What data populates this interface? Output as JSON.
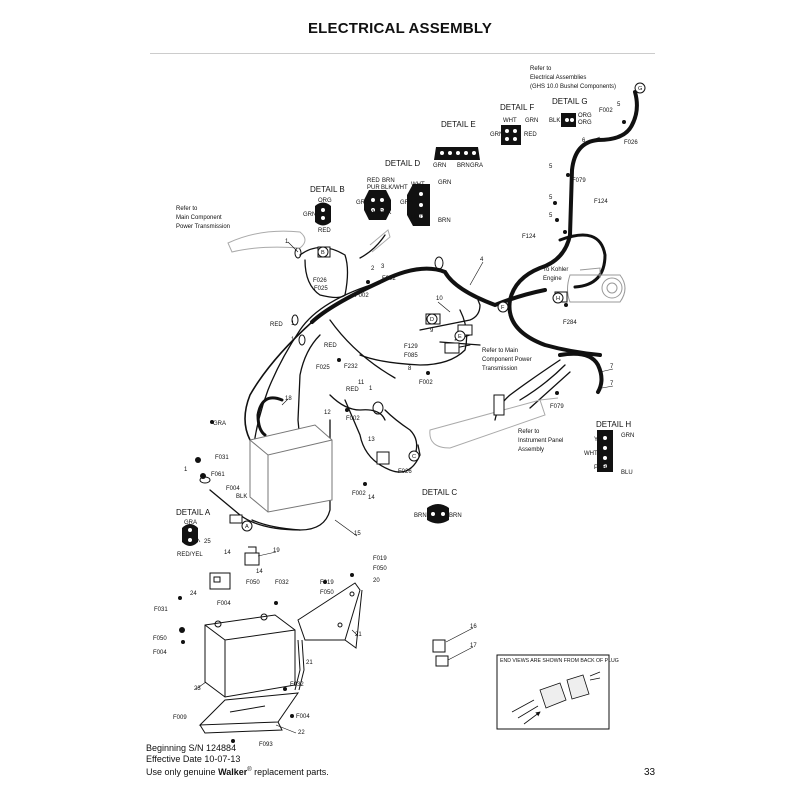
{
  "title": "ELECTRICAL ASSEMBLY",
  "footer": {
    "line1": "Beginning S/N 124884",
    "line2": "Effective Date 10-07-13",
    "line3_prefix": "Use only genuine ",
    "line3_brand": "Walker",
    "line3_reg": "®",
    "line3_suffix": " replacement parts.",
    "page": "33"
  },
  "details": {
    "a": {
      "title": "DETAIL A",
      "wires": [
        "GRA",
        "RED/YEL"
      ]
    },
    "b": {
      "title": "DETAIL B",
      "wires": [
        "ORG",
        "GRN",
        "RED"
      ]
    },
    "c": {
      "title": "DETAIL C",
      "wires": [
        "BRN",
        "BRN"
      ]
    },
    "d": {
      "title": "DETAIL D",
      "wires": [
        "RED",
        "BRN",
        "PUR",
        "BLK/WHT",
        "GRN",
        "WHT",
        "BLK",
        "GRA",
        "WHT",
        "GRN",
        "RED",
        "BRN"
      ]
    },
    "e": {
      "title": "DETAIL E",
      "wires": [
        "GRN",
        "BRN",
        "GRA"
      ]
    },
    "f": {
      "title": "DETAIL F",
      "wires": [
        "WHT",
        "GRN",
        "GRN",
        "RED"
      ]
    },
    "g": {
      "title": "DETAIL G",
      "wires": [
        "BLK",
        "ORG",
        "ORG"
      ]
    },
    "h": {
      "title": "DETAIL H",
      "wires": [
        "YEL",
        "GRN",
        "WHT",
        "PUR",
        "BLU"
      ]
    }
  },
  "notes": {
    "refer_bushel": [
      "Refer to",
      "Electrical Assemblies",
      "(GHS 10.0 Bushel Components)"
    ],
    "refer_main_upper": [
      "Refer to",
      "Main Component",
      "Power Transmission"
    ],
    "refer_main_lower": [
      "Refer to Main",
      "Component Power",
      "Transmission"
    ],
    "refer_panel": [
      "Refer to",
      "Instrument Panel",
      "Assembly"
    ],
    "kohler": [
      "To Kohler",
      "Engine"
    ],
    "end_views": "END VIEWS ARE SHOWN FROM BACK OF PLUG"
  },
  "callouts": {
    "n1a": "1",
    "n1b": "1",
    "n1c": "1",
    "n1d": "1",
    "n1e": "1",
    "n2": "2",
    "n3": "3",
    "n4": "4",
    "n5a": "5",
    "n5b": "5",
    "n5c": "5",
    "n5d": "5",
    "n6": "6",
    "n7a": "7",
    "n7b": "7",
    "n8": "8",
    "n9": "9",
    "n10": "10",
    "n11": "11",
    "n12": "12",
    "n13": "13",
    "n14a": "14",
    "n14b": "14",
    "n14c": "14",
    "n15": "15",
    "n16": "16",
    "n17": "17",
    "n18": "18",
    "n19": "19",
    "n20": "20",
    "n21a": "21",
    "n21b": "21",
    "n22": "22",
    "n23": "23",
    "n24": "24",
    "n25": "25",
    "f002a": "F002",
    "f002b": "F002",
    "f002c": "F002",
    "f002d": "F002",
    "f002e": "F002",
    "f002f": "F002",
    "f004a": "F004",
    "f004b": "F004",
    "f004c": "F004",
    "f009": "F009",
    "f019a": "F019",
    "f019b": "F019",
    "f025a": "F025",
    "f025b": "F025",
    "f026a": "F026",
    "f026b": "F026",
    "f026c": "F026",
    "f031a": "F031",
    "f031b": "F031",
    "f032a": "F032",
    "f032b": "F032",
    "f050a": "F050",
    "f050b": "F050",
    "f050c": "F050",
    "f050d": "F050",
    "f061": "F061",
    "f079a": "F079",
    "f079b": "F079",
    "f085": "F085",
    "f093": "F093",
    "f124a": "F124",
    "f124b": "F124",
    "f129": "F129",
    "f232": "F232",
    "f284": "F284",
    "red1": "RED",
    "red2": "RED",
    "red3": "RED",
    "gra": "GRA",
    "blk": "BLK",
    "lA": "A",
    "lB": "B",
    "lC": "C",
    "lD": "D",
    "lE": "E",
    "lF": "F",
    "lG": "G",
    "lH": "H"
  },
  "colors": {
    "ink": "#111111",
    "gray": "#777777",
    "light": "#cccccc"
  }
}
